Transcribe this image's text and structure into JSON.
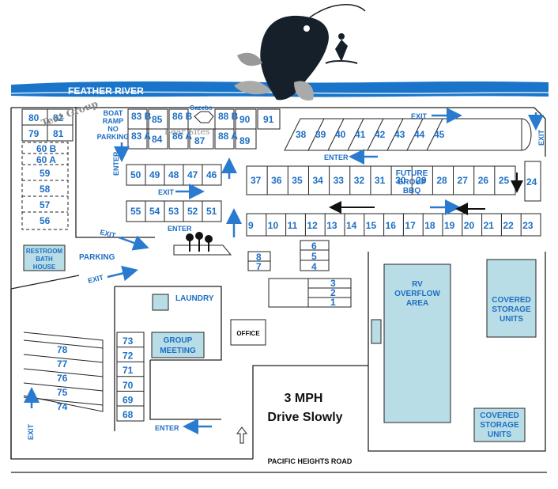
{
  "river": {
    "name": "FEATHER RIVER"
  },
  "tent_group": {
    "label": "Tent Group"
  },
  "boat_ramp": {
    "line1": "BOAT",
    "line2": "RAMP",
    "line3": "NO",
    "line4": "PARKING"
  },
  "gazebo": {
    "label": "Gazebo"
  },
  "bear_sites": {
    "label": "Bear Sites"
  },
  "labels": {
    "exit": "EXIT",
    "enter": "ENTER",
    "parking": "PARKING",
    "restroom1": "RESTROOM",
    "restroom2": "BATH",
    "restroom3": "HOUSE",
    "laundry": "LAUNDRY",
    "group_meeting1": "GROUP",
    "group_meeting2": "MEETING",
    "office": "OFFICE",
    "rv1": "RV",
    "rv2": "OVERFLOW",
    "rv3": "AREA",
    "storage1": "COVERED",
    "storage2": "STORAGE",
    "storage3": "UNITS",
    "future1": "FUTURE",
    "future2": "GROUP",
    "future3": "BBQ",
    "speed1": "3 MPH",
    "speed2": "Drive Slowly",
    "road": "PACIFIC HEIGHTS ROAD"
  },
  "sites": {
    "top_left": [
      "80",
      "82",
      "79",
      "81",
      "60 B",
      "60 A",
      "59",
      "58",
      "57",
      "56"
    ],
    "boat_row_top": [
      "83 B",
      "86 B",
      "88 B",
      "90",
      "91"
    ],
    "boat_row_bottom": [
      "83 A",
      "84",
      "86 A",
      "87",
      "88 A",
      "89"
    ],
    "col_85": "85",
    "diag_row": [
      "38",
      "39",
      "40",
      "41",
      "42",
      "43",
      "44",
      "45"
    ],
    "mid_row": [
      "50",
      "49",
      "48",
      "47",
      "46"
    ],
    "low_row": [
      "55",
      "54",
      "53",
      "52",
      "51"
    ],
    "long_row": [
      "37",
      "36",
      "35",
      "34",
      "33",
      "32",
      "31",
      "30",
      "29",
      "28",
      "27",
      "26",
      "25"
    ],
    "site_24": "24",
    "bottom_long": [
      "9",
      "10",
      "11",
      "12",
      "13",
      "14",
      "15",
      "16",
      "17",
      "18",
      "19",
      "20",
      "21",
      "22",
      "23"
    ],
    "small_pair_a": [
      "8",
      "7"
    ],
    "small_stack_b": [
      "6",
      "5",
      "4"
    ],
    "small_stack_c": [
      "3",
      "2",
      "1"
    ],
    "left_diag": [
      "78",
      "77",
      "76",
      "75",
      "74"
    ],
    "left_col": [
      "73",
      "72",
      "71",
      "70",
      "69",
      "68"
    ]
  },
  "colors": {
    "accent": "#1e6fc4",
    "river": "#1a74c9",
    "fill_box": "#b9dde6"
  }
}
